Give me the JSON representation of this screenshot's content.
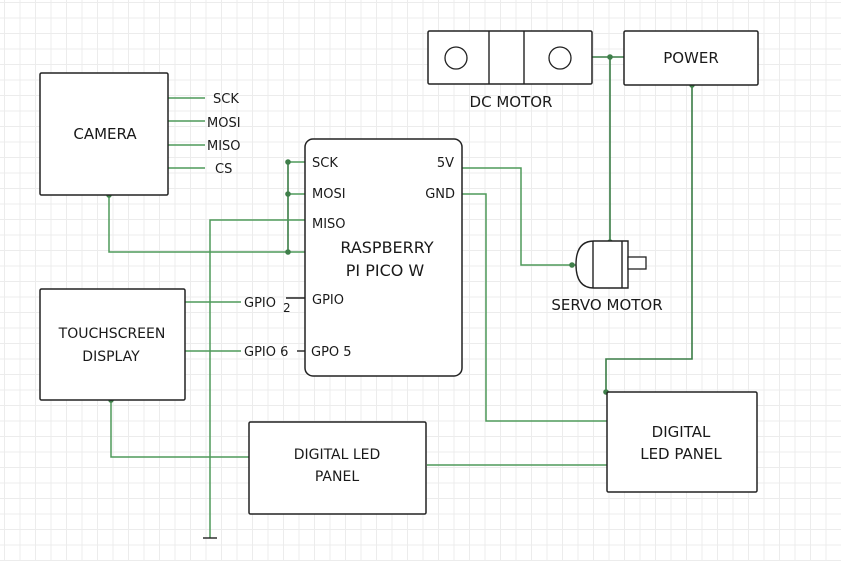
{
  "diagram": {
    "components": {
      "camera": {
        "label": "CAMERA",
        "pins": [
          "SCK",
          "MOSI",
          "MISO",
          "CS"
        ]
      },
      "pico": {
        "label_line1": "RASPBERRY",
        "label_line2": "PI PICO W",
        "left_pins": [
          "SCK",
          "MOSI",
          "MISO",
          "GPIO",
          "GPO 5"
        ],
        "right_pins": [
          "5V",
          "GND"
        ]
      },
      "dc_motor": {
        "label": "DC MOTOR"
      },
      "power": {
        "label": "POWER"
      },
      "servo_motor": {
        "label": "SERVO MOTOR"
      },
      "touchscreen": {
        "label_line1": "TOUCHSCREEN",
        "label_line2": "DISPLAY"
      },
      "led_panel_left": {
        "label_line1": "DIGITAL LED",
        "label_line2": "PANEL"
      },
      "led_panel_right": {
        "label_line1": "DIGITAL",
        "label_line2": "LED PANEL"
      }
    },
    "net_labels": {
      "gpio2_text": "GPIO",
      "gpio2_sub": "2",
      "gpio6_text": "GPIO 6"
    },
    "colors": {
      "wire": "#4e9a5a",
      "outline": "#222222",
      "grid": "#ececec"
    }
  }
}
